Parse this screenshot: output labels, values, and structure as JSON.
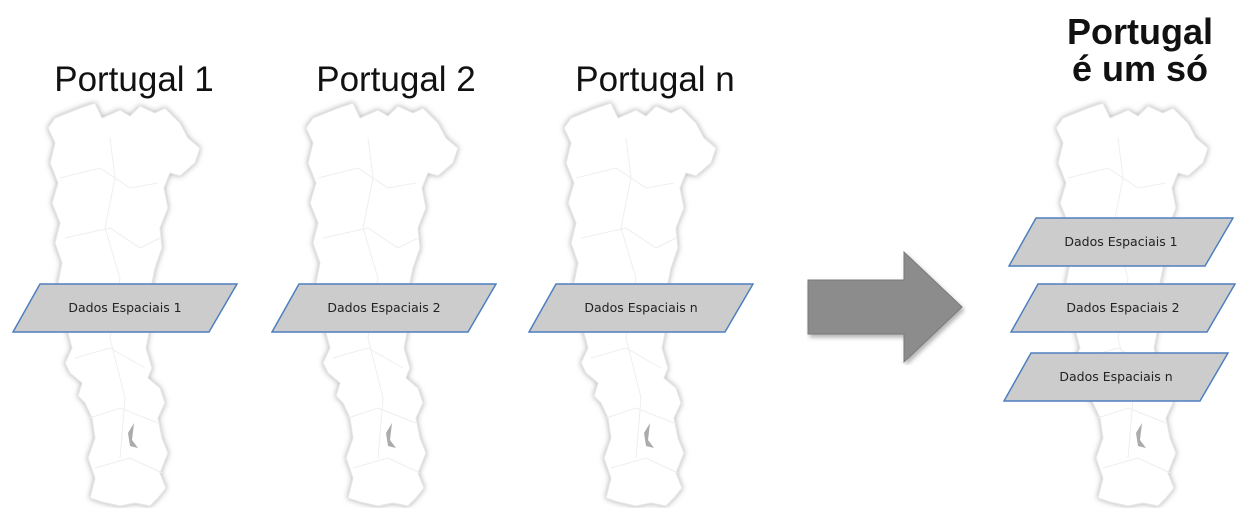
{
  "titles": {
    "portugal_1": "Portugal 1",
    "portugal_2": "Portugal 2",
    "portugal_n": "Portugal n",
    "final_line1": "Portugal",
    "final_line2": "é um só"
  },
  "layers": {
    "map1": "Dados Espaciais 1",
    "map2": "Dados Espaciais 2",
    "mapn": "Dados Espaciais n",
    "final": [
      "Dados Espaciais 1",
      "Dados Espaciais 2",
      "Dados Espaciais n"
    ]
  },
  "colors": {
    "layer_fill": "#cccccc",
    "layer_stroke": "#4f7fbf",
    "arrow_fill": "#8c8c8c",
    "map_fill": "#ffffff",
    "map_shadow": "#bbbbbb"
  }
}
